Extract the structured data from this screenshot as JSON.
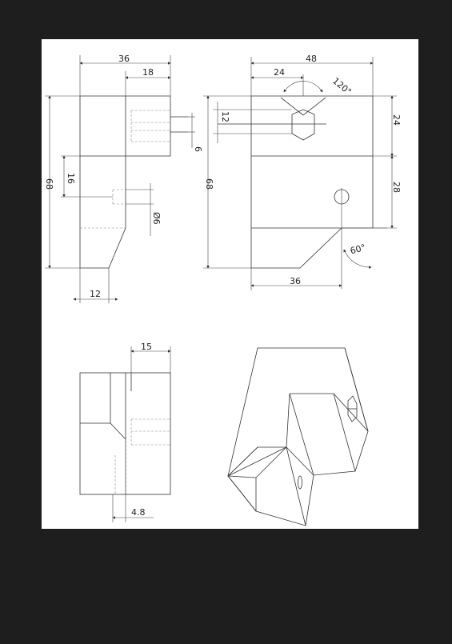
{
  "drawing": {
    "colors": {
      "background": "#1e1e1e",
      "paper": "#ffffff",
      "line": "#333333"
    },
    "front_view": {
      "dim_width": "36",
      "dim_upper": "18",
      "dim_height": "68",
      "dim_hole_height": "16",
      "dim_small_gap": "6",
      "dim_diameter": "Ø6",
      "dim_bottom": "12"
    },
    "side_view": {
      "dim_width": "48",
      "dim_center": "24",
      "dim_angle_top": "120°",
      "dim_hex": "12",
      "dim_height": "68",
      "dim_right_top": "24",
      "dim_right_mid": "28",
      "dim_angle_bottom": "60°",
      "dim_bottom": "36"
    },
    "top_view": {
      "dim_width": "15",
      "dim_offset": "4.8"
    }
  }
}
